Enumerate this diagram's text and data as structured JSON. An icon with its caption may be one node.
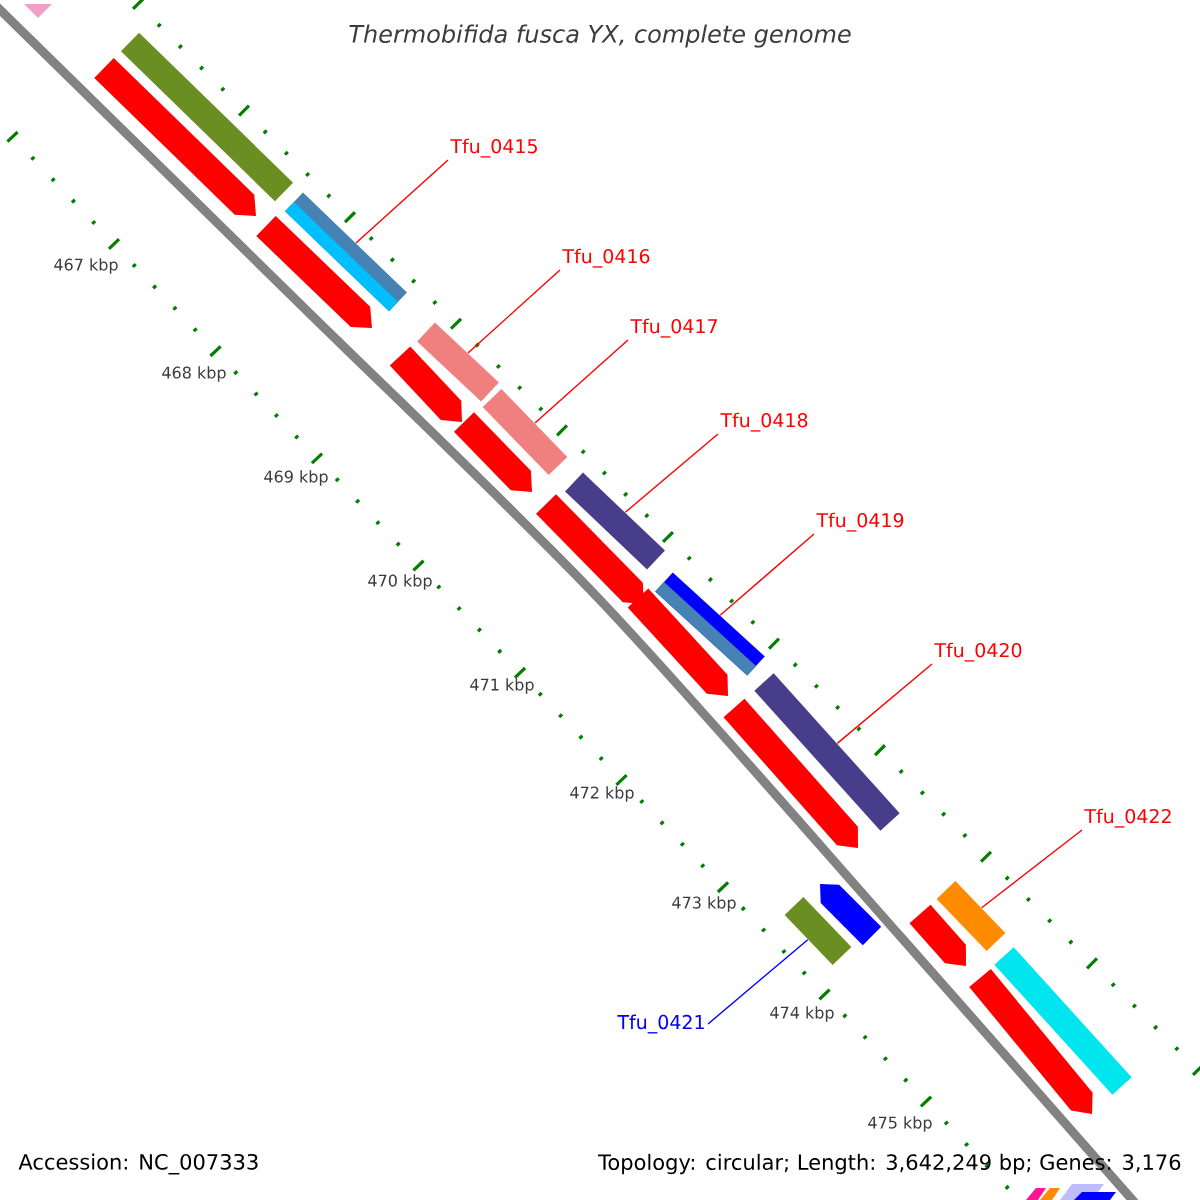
{
  "diagram": {
    "title": "Thermobifida fusca YX, complete genome",
    "nodes": [
      {
        "text": [
          "Tfu_0415"
        ]
      },
      {
        "text": [
          "Tfu_0416"
        ]
      },
      {
        "text": [
          "Tfu_0417"
        ]
      },
      {
        "text": [
          "Tfu_0418"
        ]
      },
      {
        "text": [
          "Tfu_0419"
        ]
      },
      {
        "text": [
          "Tfu_0420"
        ]
      },
      {
        "text": [
          "Tfu_0422"
        ]
      },
      {
        "text": [
          "Tfu_0421"
        ]
      },
      {
        "text": [],
        "shape": "bar"
      },
      {
        "text": [],
        "shape": "bar"
      },
      {
        "text": [],
        "shape": "bar"
      },
      {
        "text": [],
        "shape": "bar"
      },
      {
        "text": [],
        "shape": "bar"
      },
      {
        "text": [],
        "shape": "bar"
      },
      {
        "text": [],
        "shape": "bar"
      },
      {
        "text": [],
        "shape": "bar"
      },
      {
        "text": [],
        "shape": "bar"
      },
      {
        "text": [],
        "shape": "bar"
      },
      {
        "text": [],
        "shape": "arrow"
      },
      {
        "text": [],
        "shape": "arrow"
      },
      {
        "text": [],
        "shape": "arrow"
      },
      {
        "text": [],
        "shape": "arrow"
      },
      {
        "text": [],
        "shape": "arrow"
      },
      {
        "text": [],
        "shape": "arrow"
      },
      {
        "text": [],
        "shape": "arrow"
      },
      {
        "text": [],
        "shape": "arrow"
      },
      {
        "text": [],
        "shape": "arrow"
      },
      {
        "text": [],
        "shape": "arrow"
      }
    ],
    "edges": [
      {
        "from": 0,
        "to": 8,
        "arrow": "none"
      },
      {
        "from": 1,
        "to": 9,
        "arrow": "none"
      },
      {
        "from": 2,
        "to": 10,
        "arrow": "none"
      },
      {
        "from": 3,
        "to": 11,
        "arrow": "none"
      },
      {
        "from": 4,
        "to": 12,
        "arrow": "none"
      },
      {
        "from": 5,
        "to": 13,
        "arrow": "none"
      },
      {
        "from": 6,
        "to": 14,
        "arrow": "none"
      },
      {
        "from": 7,
        "to": 15,
        "arrow": "none",
        "color": "#0000ff"
      }
    ],
    "labels": [
      "467 kbp",
      "468 kbp",
      "469 kbp",
      "470 kbp",
      "471 kbp",
      "472 kbp",
      "473 kbp",
      "474 kbp",
      "475 kbp",
      "Accession: NC_007333",
      "Topology: circular; Length: 3,642,249 bp; Genes: 3,176"
    ]
  }
}
